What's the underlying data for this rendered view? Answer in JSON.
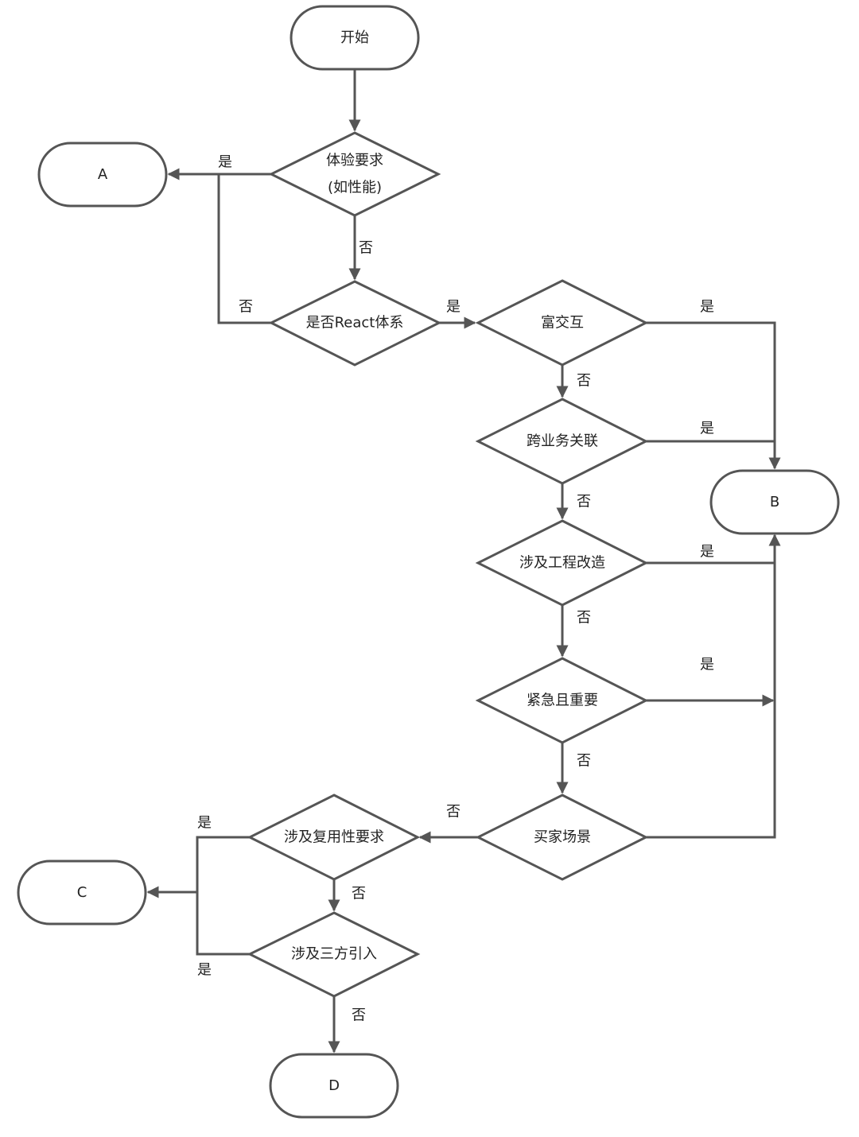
{
  "colors": {
    "stroke": "#555555",
    "text": "#222222",
    "background": "#ffffff"
  },
  "nodes": {
    "start": "开始",
    "experience_line1": "体验要求",
    "experience_line2": "(如性能)",
    "is_react": "是否React体系",
    "rich_interaction": "富交互",
    "cross_business": "跨业务关联",
    "engineering": "涉及工程改造",
    "urgent": "紧急且重要",
    "buyer": "买家场景",
    "reuse": "涉及复用性要求",
    "third_party": "涉及三方引入",
    "end_a": "A",
    "end_b": "B",
    "end_c": "C",
    "end_d": "D"
  },
  "labels": {
    "yes": "是",
    "no": "否"
  }
}
